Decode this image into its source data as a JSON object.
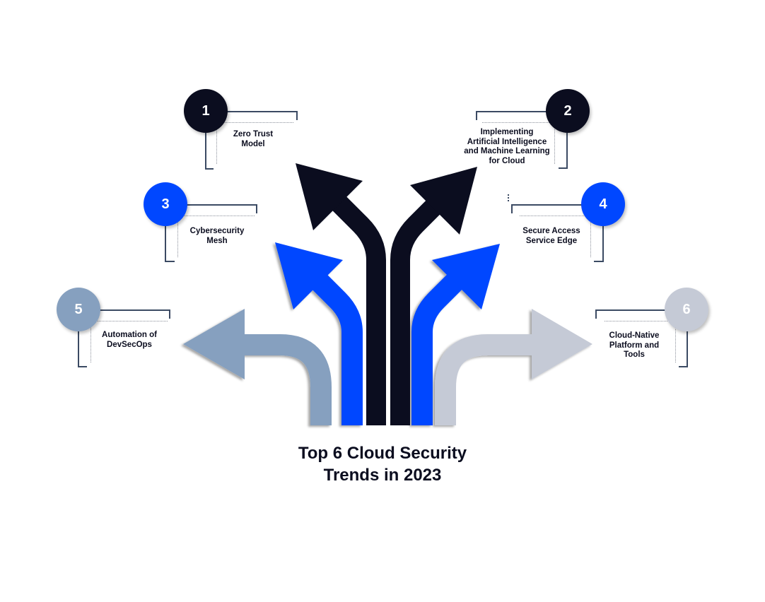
{
  "title": {
    "line1": "Top 6 Cloud Security",
    "line2": "Trends in 2023"
  },
  "colors": {
    "navy": "#0b0d1f",
    "blue": "#0047ff",
    "slate": "#86a0bf",
    "light_gray": "#c5cad6",
    "bracket": "#3b4a63"
  },
  "trends": [
    {
      "number": "1",
      "lines": [
        "Zero Trust",
        "Model"
      ],
      "color": "#0b0d1f"
    },
    {
      "number": "2",
      "lines": [
        "Implementing",
        "Artificial Intelligence",
        "and Machine Learning",
        "for Cloud"
      ],
      "color": "#0b0d1f"
    },
    {
      "number": "3",
      "lines": [
        "Cybersecurity",
        "Mesh"
      ],
      "color": "#0047ff"
    },
    {
      "number": "4",
      "lines": [
        "Secure Access",
        "Service Edge"
      ],
      "color": "#0047ff"
    },
    {
      "number": "5",
      "lines": [
        "Automation of",
        "DevSecOps"
      ],
      "color": "#86a0bf"
    },
    {
      "number": "6",
      "lines": [
        "Cloud-Native",
        "Platform and",
        "Tools"
      ],
      "color": "#c5cad6"
    }
  ],
  "arrows": [
    {
      "name": "arrow-up-left-navy",
      "color": "#0b0d1f",
      "direction": "up-left"
    },
    {
      "name": "arrow-up-right-navy",
      "color": "#0b0d1f",
      "direction": "up-right"
    },
    {
      "name": "arrow-up-left-blue",
      "color": "#0047ff",
      "direction": "up-left"
    },
    {
      "name": "arrow-up-right-blue",
      "color": "#0047ff",
      "direction": "up-right"
    },
    {
      "name": "arrow-left-slate",
      "color": "#86a0bf",
      "direction": "left"
    },
    {
      "name": "arrow-right-gray",
      "color": "#c5cad6",
      "direction": "right"
    }
  ]
}
